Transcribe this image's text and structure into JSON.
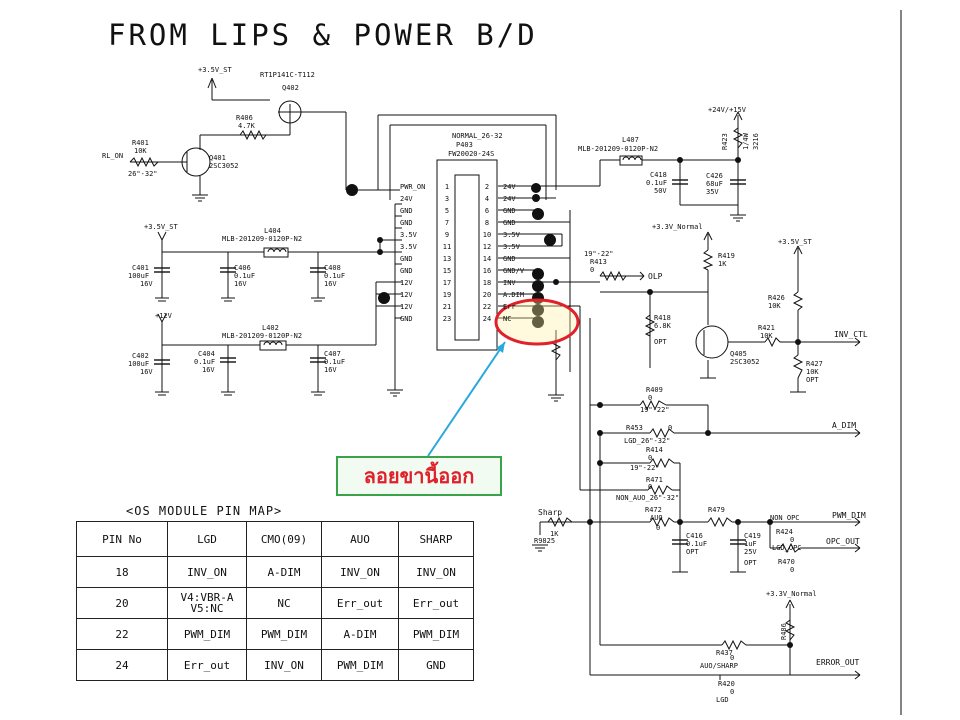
{
  "title": "FROM LIPS & POWER B/D",
  "annotation": {
    "text": "ลอยขานี้ออก",
    "ring_color": "#e0202a",
    "arrow_color": "#2aa8dd",
    "box_color": "#3aa34a"
  },
  "connector": {
    "header": [
      "NORMAL_26-32",
      "P403",
      "FW20020-24S"
    ],
    "left_pins": [
      {
        "num": "1",
        "net": "PWR_ON"
      },
      {
        "num": "3",
        "net": "24V"
      },
      {
        "num": "5",
        "net": "GND"
      },
      {
        "num": "7",
        "net": "GND"
      },
      {
        "num": "9",
        "net": "3.5V"
      },
      {
        "num": "11",
        "net": "3.5V"
      },
      {
        "num": "13",
        "net": "GND"
      },
      {
        "num": "15",
        "net": "GND"
      },
      {
        "num": "17",
        "net": "12V"
      },
      {
        "num": "19",
        "net": "12V"
      },
      {
        "num": "21",
        "net": "12V"
      },
      {
        "num": "23",
        "net": "GND"
      }
    ],
    "right_pins": [
      {
        "num": "2",
        "net": "24V"
      },
      {
        "num": "4",
        "net": "24V"
      },
      {
        "num": "6",
        "net": "GND"
      },
      {
        "num": "8",
        "net": "GND"
      },
      {
        "num": "10",
        "net": "3.5V"
      },
      {
        "num": "12",
        "net": "3.5V"
      },
      {
        "num": "14",
        "net": "GND"
      },
      {
        "num": "16",
        "net": "GND/V"
      },
      {
        "num": "18",
        "net": "INV"
      },
      {
        "num": "20",
        "net": "A.DIM"
      },
      {
        "num": "22",
        "net": "Err"
      },
      {
        "num": "24",
        "net": "NC"
      }
    ]
  },
  "labels": {
    "v35st_top": "+3.5V_ST",
    "q402_part": "RT1P141C-T112",
    "q402": "Q402",
    "r406": "R406",
    "r406_v": "4.7K",
    "r401": "R401",
    "r401_v": "10K",
    "rl_on": "RL_ON",
    "size_26_32": "26\"-32\"",
    "q401": "Q401",
    "q401_part": "2SC3052",
    "v35st_mid": "+3.5V_ST",
    "l404": "L404",
    "l404_part": "MLB-201209-0120P-N2",
    "c401": "C401",
    "c401_v1": "100uF",
    "c401_v2": "16V",
    "c406": "C406",
    "c406_v1": "0.1uF",
    "c406_v2": "16V",
    "c408": "C408",
    "c408_v1": "0.1uF",
    "c408_v2": "16V",
    "v12": "+12V",
    "l402": "L402",
    "l402_part": "MLB-201209-0120P-N2",
    "c402": "C402",
    "c402_v1": "100uF",
    "c402_v2": "16V",
    "c404": "C404",
    "c404_v1": "0.1uF",
    "c404_v2": "16V",
    "c407": "C407",
    "c407_v1": "0.1uF",
    "c407_v2": "16V",
    "l407": "L407",
    "l407_part": "MLB-201209-0120P-N2",
    "v24_15": "+24V/+15V",
    "r423": "R423",
    "r423_v1": "1/4W",
    "r423_v2": "3216",
    "c418": "C418",
    "c418_v1": "0.1uF",
    "c418_v2": "50V",
    "c426": "C426",
    "c426_v1": "68uF",
    "c426_v2": "35V",
    "v33_normal": "+3.3V_Normal",
    "r419": "R419",
    "r419_v": "1K",
    "v35st_right": "+3.5V_ST",
    "r413_size": "19\"-22\"",
    "r413": "R413",
    "olp": "OLP",
    "r426": "R426",
    "r426_v": "10K",
    "r418": "R418",
    "r418_v1": "6.8K",
    "r418_v2": "OPT",
    "r421": "R421",
    "r421_v": "10K",
    "inv_ctl": "INV_CTL",
    "q405": "Q405",
    "q405_part": "2SC3052",
    "r427": "R427",
    "r427_v1": "10K",
    "r427_v2": "OPT",
    "r409": "R409",
    "r409_size": "19\"-22\"",
    "r453": "R453",
    "a_dim": "A_DIM",
    "lgd_size": "LGD_26\"-32\"",
    "r414": "R414",
    "r414_size": "19\"-22\"",
    "r471": "R471",
    "non_auo": "NON_AUO_26\"-32\"",
    "sharp": "Sharp",
    "r9825_v": "1K",
    "r9825": "R9825",
    "r472": "R472",
    "r472_v": "AUO",
    "r479": "R479",
    "non_opc": "NON_OPC",
    "pwm_dim": "PWM_DIM",
    "c416": "C416",
    "c416_v1": "0.1uF",
    "c416_v2": "OPT",
    "c419": "C419",
    "c419_v1": "1uF",
    "c419_v2": "25V",
    "c419_v3": "OPT",
    "r424": "R424",
    "lgd_opc": "LGD_OPC",
    "opc_out": "OPC_OUT",
    "r470": "R470",
    "v33_normal2": "+3.3V_Normal",
    "r486": "R486",
    "r437": "R437",
    "auo_sharp": "AUO/SHARP",
    "error_out": "ERROR_OUT",
    "r420": "R420",
    "lgd": "LGD",
    "zero": "0"
  },
  "pin_map": {
    "title": "<OS MODULE PIN MAP>",
    "headers": [
      "PIN No",
      "LGD",
      "CMO(09)",
      "AUO",
      "SHARP"
    ],
    "rows": [
      [
        "18",
        "INV_ON",
        "A-DIM",
        "INV_ON",
        "INV_ON"
      ],
      [
        "20",
        "V4:VBR-A\nV5:NC",
        "NC",
        "Err_out",
        "Err_out"
      ],
      [
        "22",
        "PWM_DIM",
        "PWM_DIM",
        "A-DIM",
        "PWM_DIM"
      ],
      [
        "24",
        "Err_out",
        "INV_ON",
        "PWM_DIM",
        "GND"
      ]
    ]
  }
}
